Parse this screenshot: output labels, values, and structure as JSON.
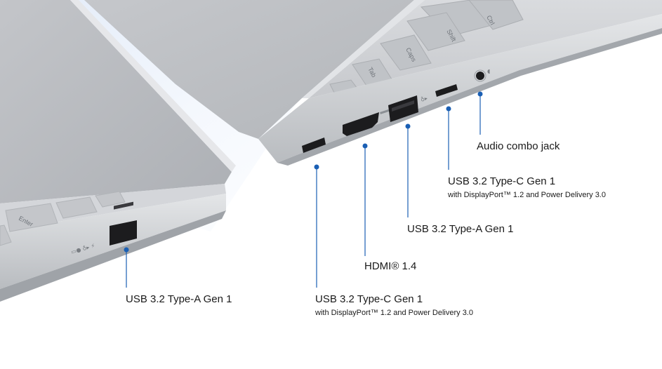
{
  "colors": {
    "accent": "#1a5fb4",
    "chassis": "#c9cbcf",
    "port": "#1c1c1e",
    "text": "#1a1a1a"
  },
  "keycaps": {
    "enter": "Enter",
    "caps": "Caps",
    "shift": "Shift",
    "ctrl": "Ctrl",
    "tab": "Tab"
  },
  "callouts": {
    "left_usba": {
      "title": "USB 3.2 Type-A Gen 1"
    },
    "usbc_1": {
      "title": "USB 3.2 Type-C Gen 1",
      "subtitle": "with DisplayPort™ 1.2 and Power Delivery 3.0"
    },
    "hdmi": {
      "title": "HDMI® 1.4"
    },
    "usba_right": {
      "title": "USB 3.2 Type-A Gen 1"
    },
    "usbc_2": {
      "title": "USB 3.2 Type-C Gen 1",
      "subtitle": "with DisplayPort™ 1.2 and Power Delivery 3.0"
    },
    "audio": {
      "title": "Audio combo jack"
    }
  }
}
